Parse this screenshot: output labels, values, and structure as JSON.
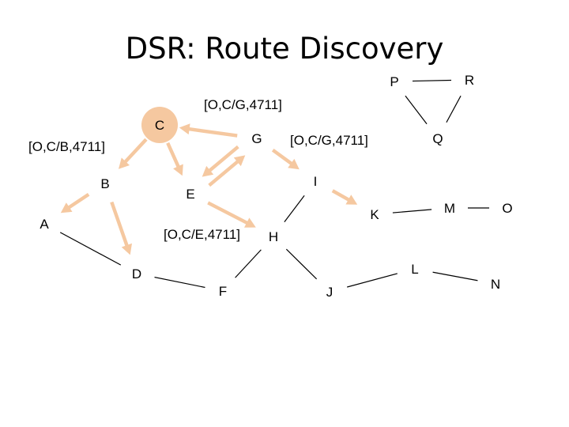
{
  "title": "DSR: Route Discovery",
  "colors": {
    "node_fill": "#ffffff",
    "highlight_fill": "#f5c8a0",
    "arrow": "#f5c8a0",
    "edge": "#000000",
    "text": "#000000"
  },
  "nodes": [
    {
      "id": "A",
      "label": "A",
      "highlight": false
    },
    {
      "id": "B",
      "label": "B",
      "highlight": false
    },
    {
      "id": "C",
      "label": "C",
      "highlight": true
    },
    {
      "id": "D",
      "label": "D",
      "highlight": false
    },
    {
      "id": "E",
      "label": "E",
      "highlight": false
    },
    {
      "id": "F",
      "label": "F",
      "highlight": false
    },
    {
      "id": "G",
      "label": "G",
      "highlight": false
    },
    {
      "id": "H",
      "label": "H",
      "highlight": false
    },
    {
      "id": "I",
      "label": "I",
      "highlight": false
    },
    {
      "id": "J",
      "label": "J",
      "highlight": false
    },
    {
      "id": "K",
      "label": "K",
      "highlight": false
    },
    {
      "id": "L",
      "label": "L",
      "highlight": false
    },
    {
      "id": "M",
      "label": "M",
      "highlight": false
    },
    {
      "id": "N",
      "label": "N",
      "highlight": false
    },
    {
      "id": "O",
      "label": "O",
      "highlight": false
    },
    {
      "id": "P",
      "label": "P",
      "highlight": false
    },
    {
      "id": "Q",
      "label": "Q",
      "highlight": false
    },
    {
      "id": "R",
      "label": "R",
      "highlight": false
    }
  ],
  "edges": [
    [
      "A",
      "D"
    ],
    [
      "D",
      "F"
    ],
    [
      "F",
      "H"
    ],
    [
      "H",
      "J"
    ],
    [
      "H",
      "I"
    ],
    [
      "J",
      "L"
    ],
    [
      "L",
      "N"
    ],
    [
      "K",
      "M"
    ],
    [
      "M",
      "O"
    ],
    [
      "P",
      "R"
    ],
    [
      "P",
      "Q"
    ],
    [
      "R",
      "Q"
    ]
  ],
  "arrows": [
    [
      "C",
      "B"
    ],
    [
      "B",
      "A"
    ],
    [
      "B",
      "D"
    ],
    [
      "C",
      "E"
    ],
    [
      "G",
      "C"
    ],
    [
      "G",
      "E"
    ],
    [
      "E",
      "G"
    ],
    [
      "G",
      "I"
    ],
    [
      "E",
      "H"
    ],
    [
      "I",
      "K"
    ]
  ],
  "annotations": [
    {
      "id": "ann-cg-top",
      "text": "[O,C/G,4711]"
    },
    {
      "id": "ann-cg-right",
      "text": "[O,C/G,4711]"
    },
    {
      "id": "ann-cb",
      "text": "[O,C/B,4711]"
    },
    {
      "id": "ann-ce",
      "text": "[O,C/E,4711]"
    }
  ]
}
